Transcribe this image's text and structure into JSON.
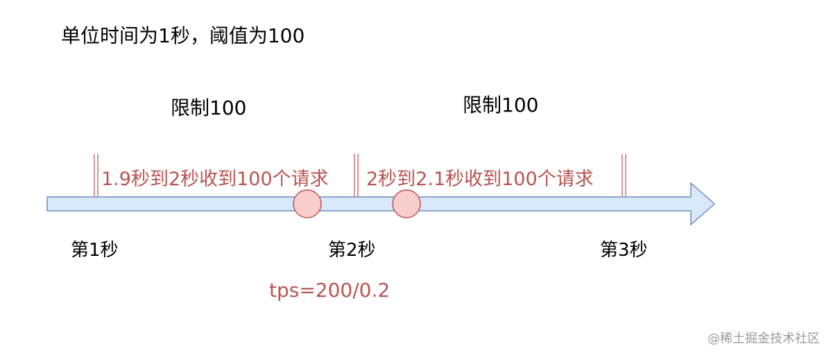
{
  "title": "单位时间为1秒，阈值为100",
  "limit_labels": [
    "限制100",
    "限制100"
  ],
  "request_labels": [
    "1.9秒到2秒收到100个请求",
    "2秒到2.1秒收到100个请求"
  ],
  "second_labels": [
    "第1秒",
    "第2秒",
    "第3秒"
  ],
  "tps": "tps=200/0.2",
  "watermark": "@稀土掘金技术社区",
  "colors": {
    "arrow_fill": "#dae8fc",
    "arrow_stroke": "#6c8ebf",
    "circle_fill": "#f8cecc",
    "marker": "#b85450"
  }
}
